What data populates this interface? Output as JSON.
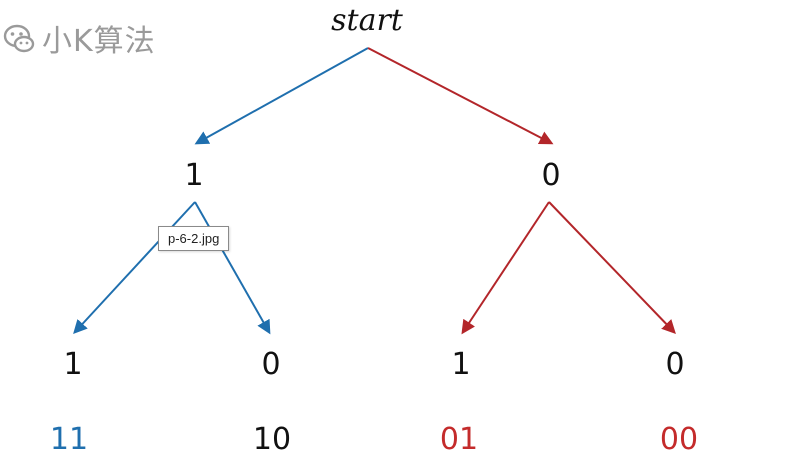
{
  "watermark": {
    "text": "小K算法",
    "icon": "wechat-icon"
  },
  "root": {
    "label": "start"
  },
  "level1": [
    {
      "label": "1"
    },
    {
      "label": "0"
    }
  ],
  "level2": [
    {
      "label": "1"
    },
    {
      "label": "0"
    },
    {
      "label": "1"
    },
    {
      "label": "0"
    }
  ],
  "codes": [
    {
      "text": "11",
      "color": "#1f6fae"
    },
    {
      "text": "10",
      "color": "#111111"
    },
    {
      "text": "01",
      "color": "#c42b2b"
    },
    {
      "text": "00",
      "color": "#c42b2b"
    }
  ],
  "colors": {
    "blue": "#1f6fae",
    "red": "#b3262a"
  },
  "tooltip": {
    "text": "p-6-2.jpg"
  }
}
